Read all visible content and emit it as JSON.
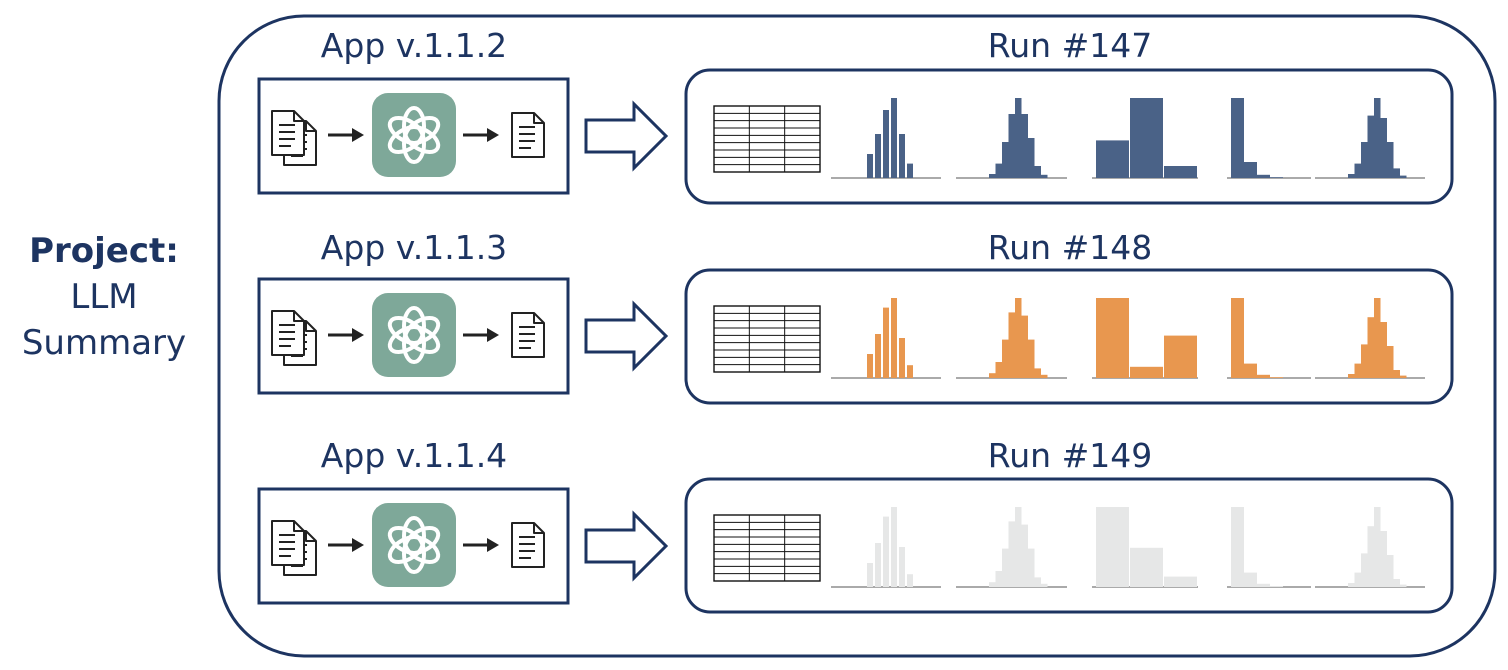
{
  "project": {
    "title": "Project:",
    "line1": "LLM",
    "line2": "Summary"
  },
  "colors": {
    "navy": "#1d3461",
    "run147": "#4a6287",
    "run148": "#e8974f",
    "run149": "#e6e7e7",
    "chatgpt": "#7ea899"
  },
  "pipelines": [
    {
      "version": "App v.1.1.2",
      "run": "Run #147",
      "color": "#4a6287",
      "histograms": [
        [
          0.3,
          0.55,
          0.85,
          1.0,
          0.55,
          0.18
        ],
        [
          0.05,
          0.18,
          0.45,
          0.8,
          1.0,
          0.8,
          0.5,
          0.15,
          0.04
        ],
        [
          0.47,
          1.0,
          0.15
        ],
        [
          1.0,
          0.2,
          0.04,
          0.01
        ],
        [
          0.05,
          0.18,
          0.45,
          0.78,
          1.0,
          0.75,
          0.45,
          0.12,
          0.03
        ]
      ]
    },
    {
      "version": "App v.1.1.3",
      "run": "Run #148",
      "color": "#e8974f",
      "histograms": [
        [
          0.3,
          0.55,
          0.88,
          1.0,
          0.5,
          0.16
        ],
        [
          0.06,
          0.2,
          0.48,
          0.82,
          1.0,
          0.78,
          0.48,
          0.12,
          0.04
        ],
        [
          1.0,
          0.14,
          0.53
        ],
        [
          1.0,
          0.18,
          0.04,
          0.01
        ],
        [
          0.05,
          0.18,
          0.42,
          0.76,
          1.0,
          0.7,
          0.4,
          0.1,
          0.03
        ]
      ]
    },
    {
      "version": "App v.1.1.4",
      "run": "Run #149",
      "color": "#e6e7e7",
      "histograms": [
        [
          0.3,
          0.55,
          0.88,
          1.0,
          0.5,
          0.16
        ],
        [
          0.06,
          0.2,
          0.48,
          0.82,
          1.0,
          0.78,
          0.48,
          0.12,
          0.04
        ],
        [
          1.0,
          0.49,
          0.13
        ],
        [
          1.0,
          0.18,
          0.04,
          0.01
        ],
        [
          0.05,
          0.18,
          0.42,
          0.76,
          1.0,
          0.7,
          0.4,
          0.1,
          0.03
        ]
      ]
    }
  ]
}
